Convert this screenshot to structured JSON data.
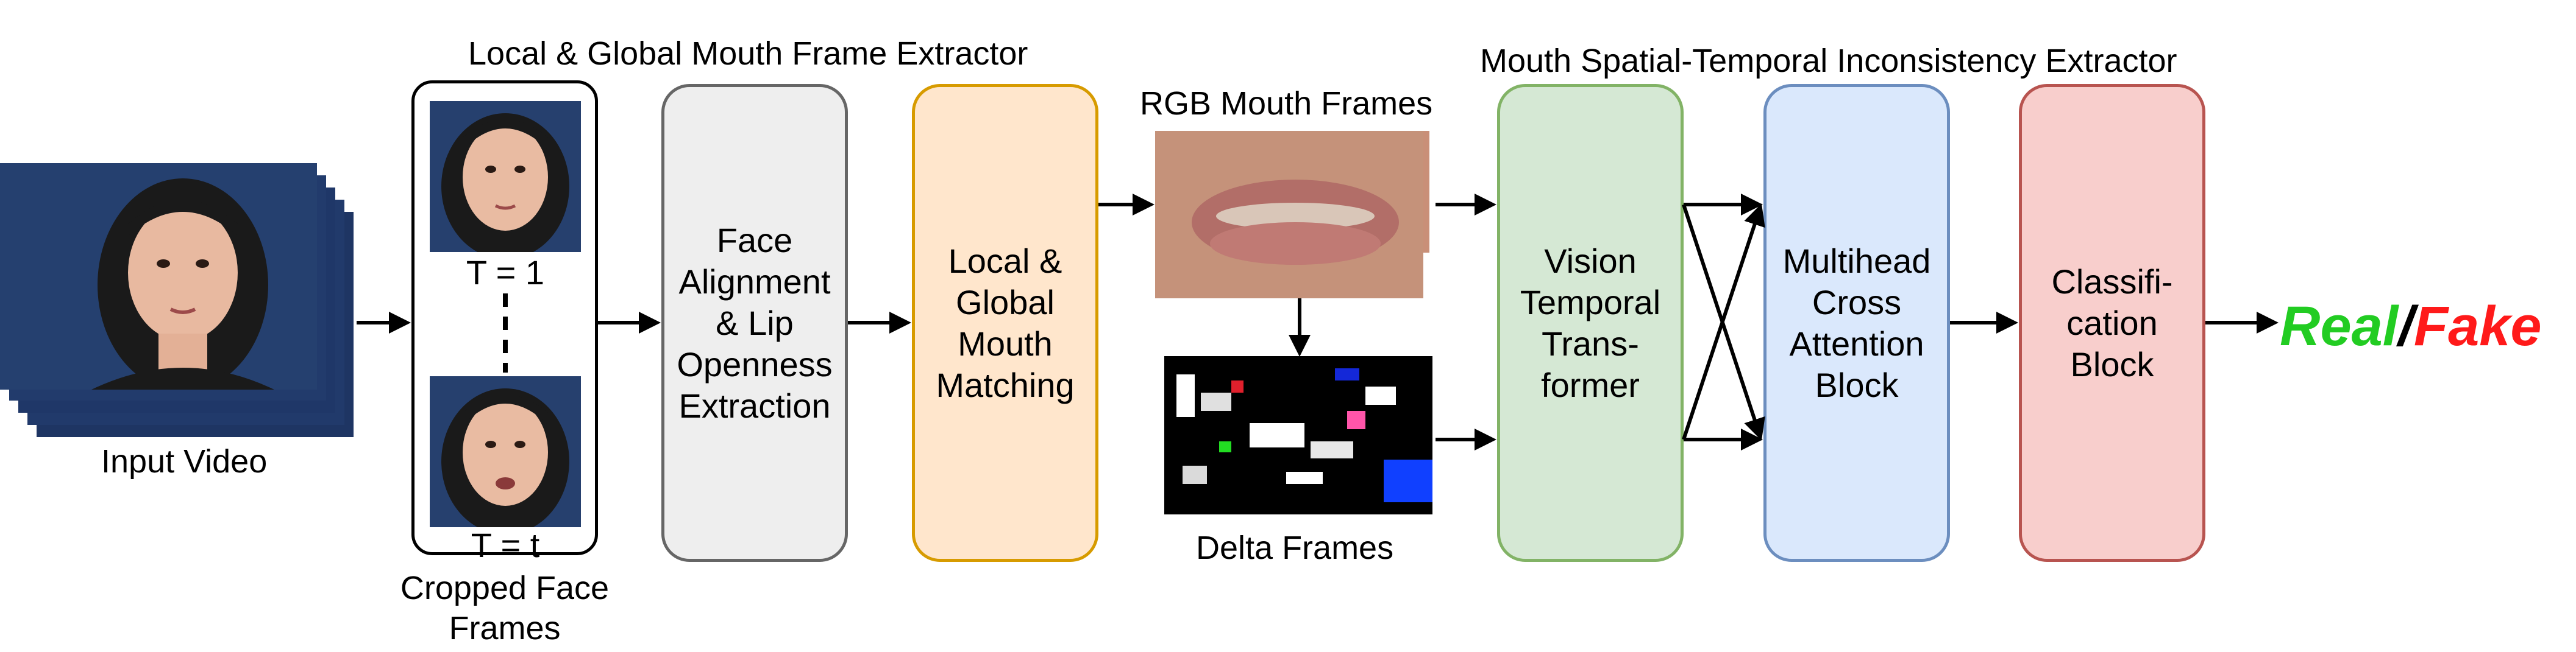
{
  "titles": {
    "left_group": "Local & Global Mouth Frame Extractor",
    "right_group": "Mouth Spatial-Temporal Inconsistency Extractor"
  },
  "labels": {
    "input_video": "Input Video",
    "t1": "T = 1",
    "tt": "T = t",
    "cropped_line1": "Cropped Face",
    "cropped_line2": "Frames",
    "rgb_frames": "RGB Mouth Frames",
    "delta_frames": "Delta Frames"
  },
  "blocks": {
    "face_alignment": "Face\nAlignment\n& Lip\nOpenness\nExtraction",
    "mouth_matching": "Local &\nGlobal\nMouth\nMatching",
    "vtt": "Vision\nTemporal\nTrans-\nformer",
    "mhca": "Multihead\nCross\nAttention\nBlock",
    "classification": "Classifi-\ncation\nBlock"
  },
  "result": {
    "real": "Real",
    "slash": "/",
    "fake": "Fake"
  },
  "colors": {
    "face_alignment": {
      "fill": "#eeeeee",
      "stroke": "#666666"
    },
    "mouth_matching": {
      "fill": "#ffe6cc",
      "stroke": "#d79b00"
    },
    "vtt": {
      "fill": "#d5e8d4",
      "stroke": "#82b366"
    },
    "mhca": {
      "fill": "#dae8fc",
      "stroke": "#6c8ebf"
    },
    "classification": {
      "fill": "#f8cecc",
      "stroke": "#b85450"
    },
    "real": "#22cc22",
    "fake": "#ff1a1a"
  }
}
